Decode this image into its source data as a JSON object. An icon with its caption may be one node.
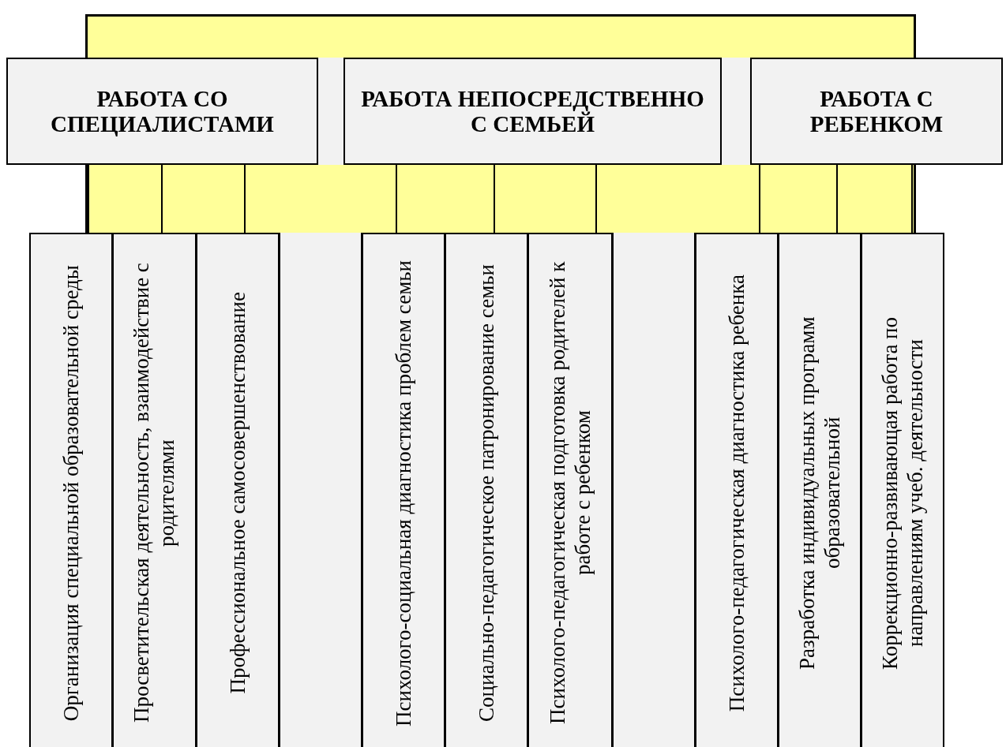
{
  "diagram": {
    "nodes": [
      {
        "text": [
          "РАБОТА СО СПЕЦИАЛИСТАМИ"
        ]
      },
      {
        "text": [
          "РАБОТА НЕПОСРЕДСТВЕННО С СЕМЬЕЙ"
        ]
      },
      {
        "text": [
          "РАБОТА С РЕБЕНКОМ"
        ]
      },
      {
        "text": [
          "Организация специальной образовательной среды"
        ]
      },
      {
        "text": [
          "Просветительская деятельность, взаимодействие с родителями"
        ]
      },
      {
        "text": [
          "Профессиональное самосовершенствование"
        ]
      },
      {
        "text": [],
        "shape": "box"
      },
      {
        "text": [
          "Психолого-социальная диагностика проблем семьи"
        ]
      },
      {
        "text": [
          "Социально-педагогическое патронирование семьи"
        ]
      },
      {
        "text": [
          "Психолого-педагогическая подготовка родителей к работе с ребенком"
        ]
      },
      {
        "text": [],
        "shape": "box"
      },
      {
        "text": [
          "Психолого-педагогическая диагностика ребенка"
        ]
      },
      {
        "text": [
          "Разработка индивидуальных программ образовательной"
        ]
      },
      {
        "text": [
          "Коррекционно-развивающая работа по направлениям учеб. деятельности"
        ]
      }
    ],
    "edges": [
      {
        "from": 0,
        "to": 3,
        "arrow": "none"
      },
      {
        "from": 0,
        "to": 4,
        "arrow": "none"
      },
      {
        "from": 0,
        "to": 5,
        "arrow": "none"
      },
      {
        "from": 1,
        "to": 7,
        "arrow": "none"
      },
      {
        "from": 1,
        "to": 8,
        "arrow": "none"
      },
      {
        "from": 1,
        "to": 9,
        "arrow": "none"
      },
      {
        "from": 2,
        "to": 11,
        "arrow": "none"
      },
      {
        "from": 2,
        "to": 12,
        "arrow": "none"
      },
      {
        "from": 2,
        "to": 13,
        "arrow": "none"
      }
    ]
  }
}
